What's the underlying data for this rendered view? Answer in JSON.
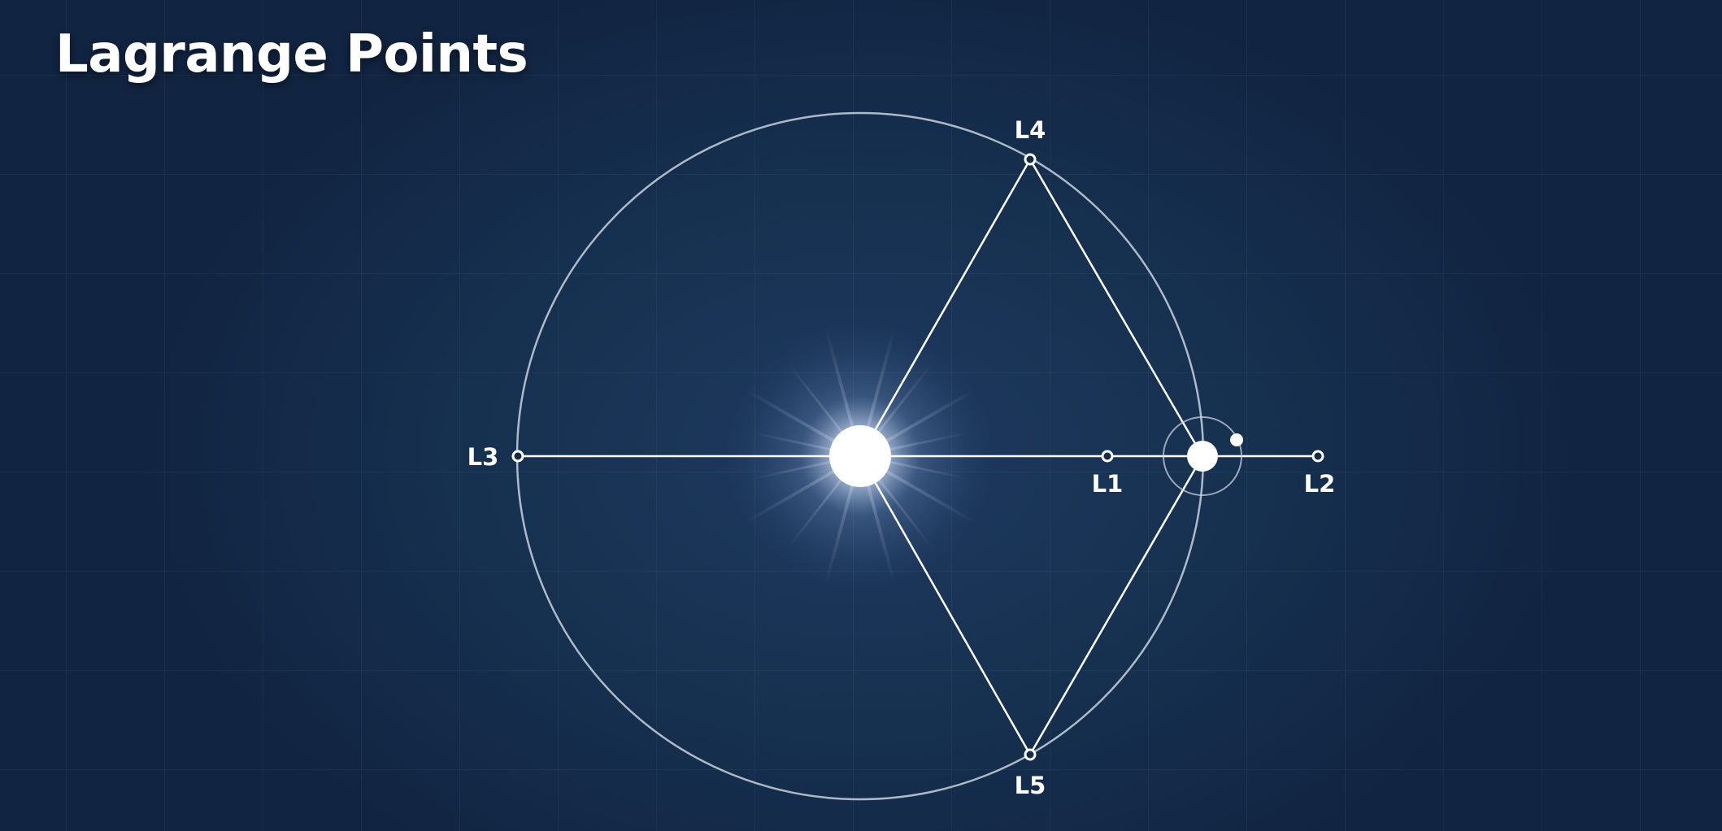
{
  "title": "Lagrange Points",
  "colors": {
    "background": "#15294a",
    "line": "#ffffff",
    "orbit": "#c9d2de"
  },
  "points": [
    {
      "label": "L1"
    },
    {
      "label": "L2"
    },
    {
      "label": "L3"
    },
    {
      "label": "L4"
    },
    {
      "label": "L5"
    }
  ]
}
